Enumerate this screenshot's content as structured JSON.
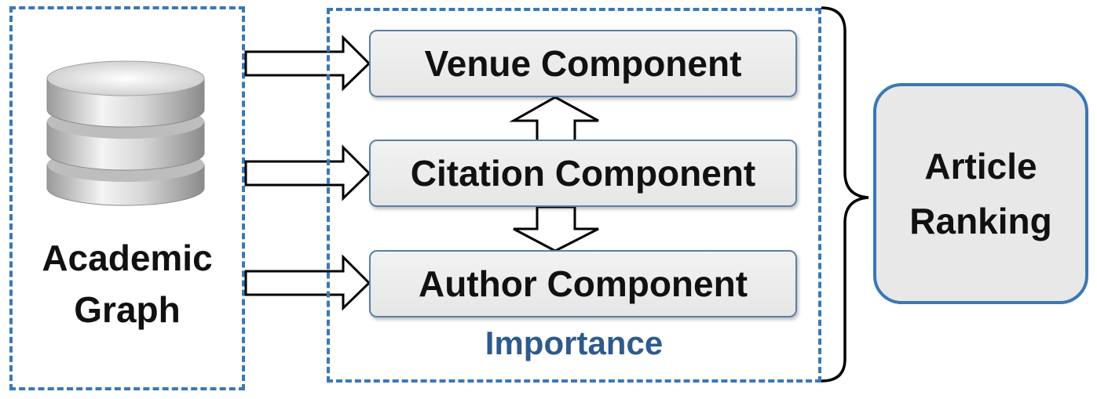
{
  "left": {
    "label_line1": "Academic",
    "label_line2": "Graph",
    "icon": "database-icon"
  },
  "components": {
    "venue": "Venue Component",
    "citation": "Citation Component",
    "author": "Author Component",
    "group_label": "Importance"
  },
  "output": {
    "line1": "Article",
    "line2": "Ranking"
  },
  "colors": {
    "dashed_border": "#3a78b5",
    "importance_text": "#2e5a8c",
    "box_border": "#5b7fa6"
  }
}
